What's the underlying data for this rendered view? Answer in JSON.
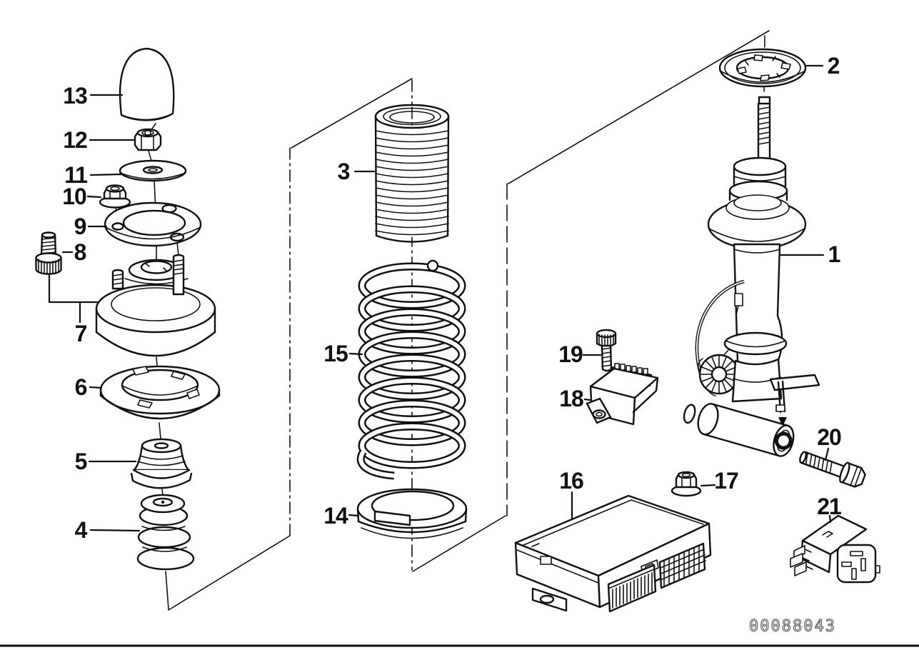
{
  "diagram": {
    "id_label": "00088043",
    "callouts": {
      "c1": "1",
      "c2": "2",
      "c3": "3",
      "c4": "4",
      "c5": "5",
      "c6": "6",
      "c7": "7",
      "c8": "8",
      "c9": "9",
      "c10": "10",
      "c11": "11",
      "c12": "12",
      "c13": "13",
      "c14": "14",
      "c15": "15",
      "c16": "16",
      "c17": "17",
      "c18": "18",
      "c19": "19",
      "c20": "20",
      "c21": "21"
    }
  },
  "colors": {
    "line": "#111111",
    "background": "#ffffff",
    "id_text": "#555555"
  }
}
